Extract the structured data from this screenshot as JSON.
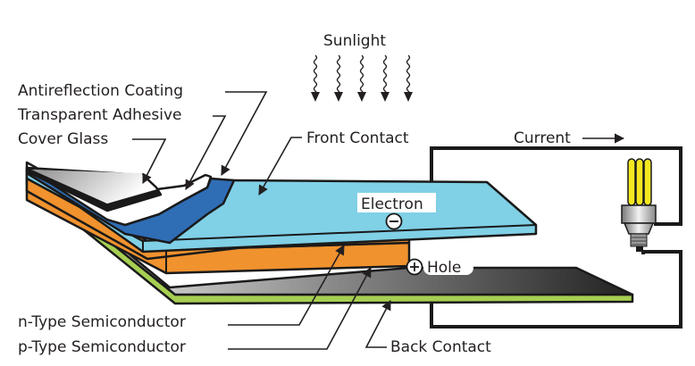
{
  "diagram": {
    "subject": "Photovoltaic (solar) cell structure",
    "sunlight_label": "Sunlight",
    "sunlight_ray_count": 5,
    "current_label": "Current",
    "layer_labels": {
      "antireflection_coating": "Antireflection Coating",
      "transparent_adhesive": "Transparent Adhesive",
      "cover_glass": "Cover Glass",
      "front_contact": "Front Contact",
      "n_type": "n-Type Semiconductor",
      "p_type": "p-Type Semiconductor",
      "back_contact": "Back Contact"
    },
    "carriers": {
      "electron_label": "Electron",
      "electron_symbol": "−",
      "hole_label": "Hole",
      "hole_symbol": "+"
    },
    "colors": {
      "cover_glass": "#b8b8b8",
      "adhesive": "#ffffff",
      "antireflection": "#2f6db5",
      "front_contact": "#80d0e6",
      "n_type": "#f0922e",
      "p_type": "#f0922e",
      "back_metal": "#3a3a3a",
      "back_contact": "#a6cf52",
      "bulb": "#f3e820",
      "wire": "#1a1a1a"
    }
  }
}
